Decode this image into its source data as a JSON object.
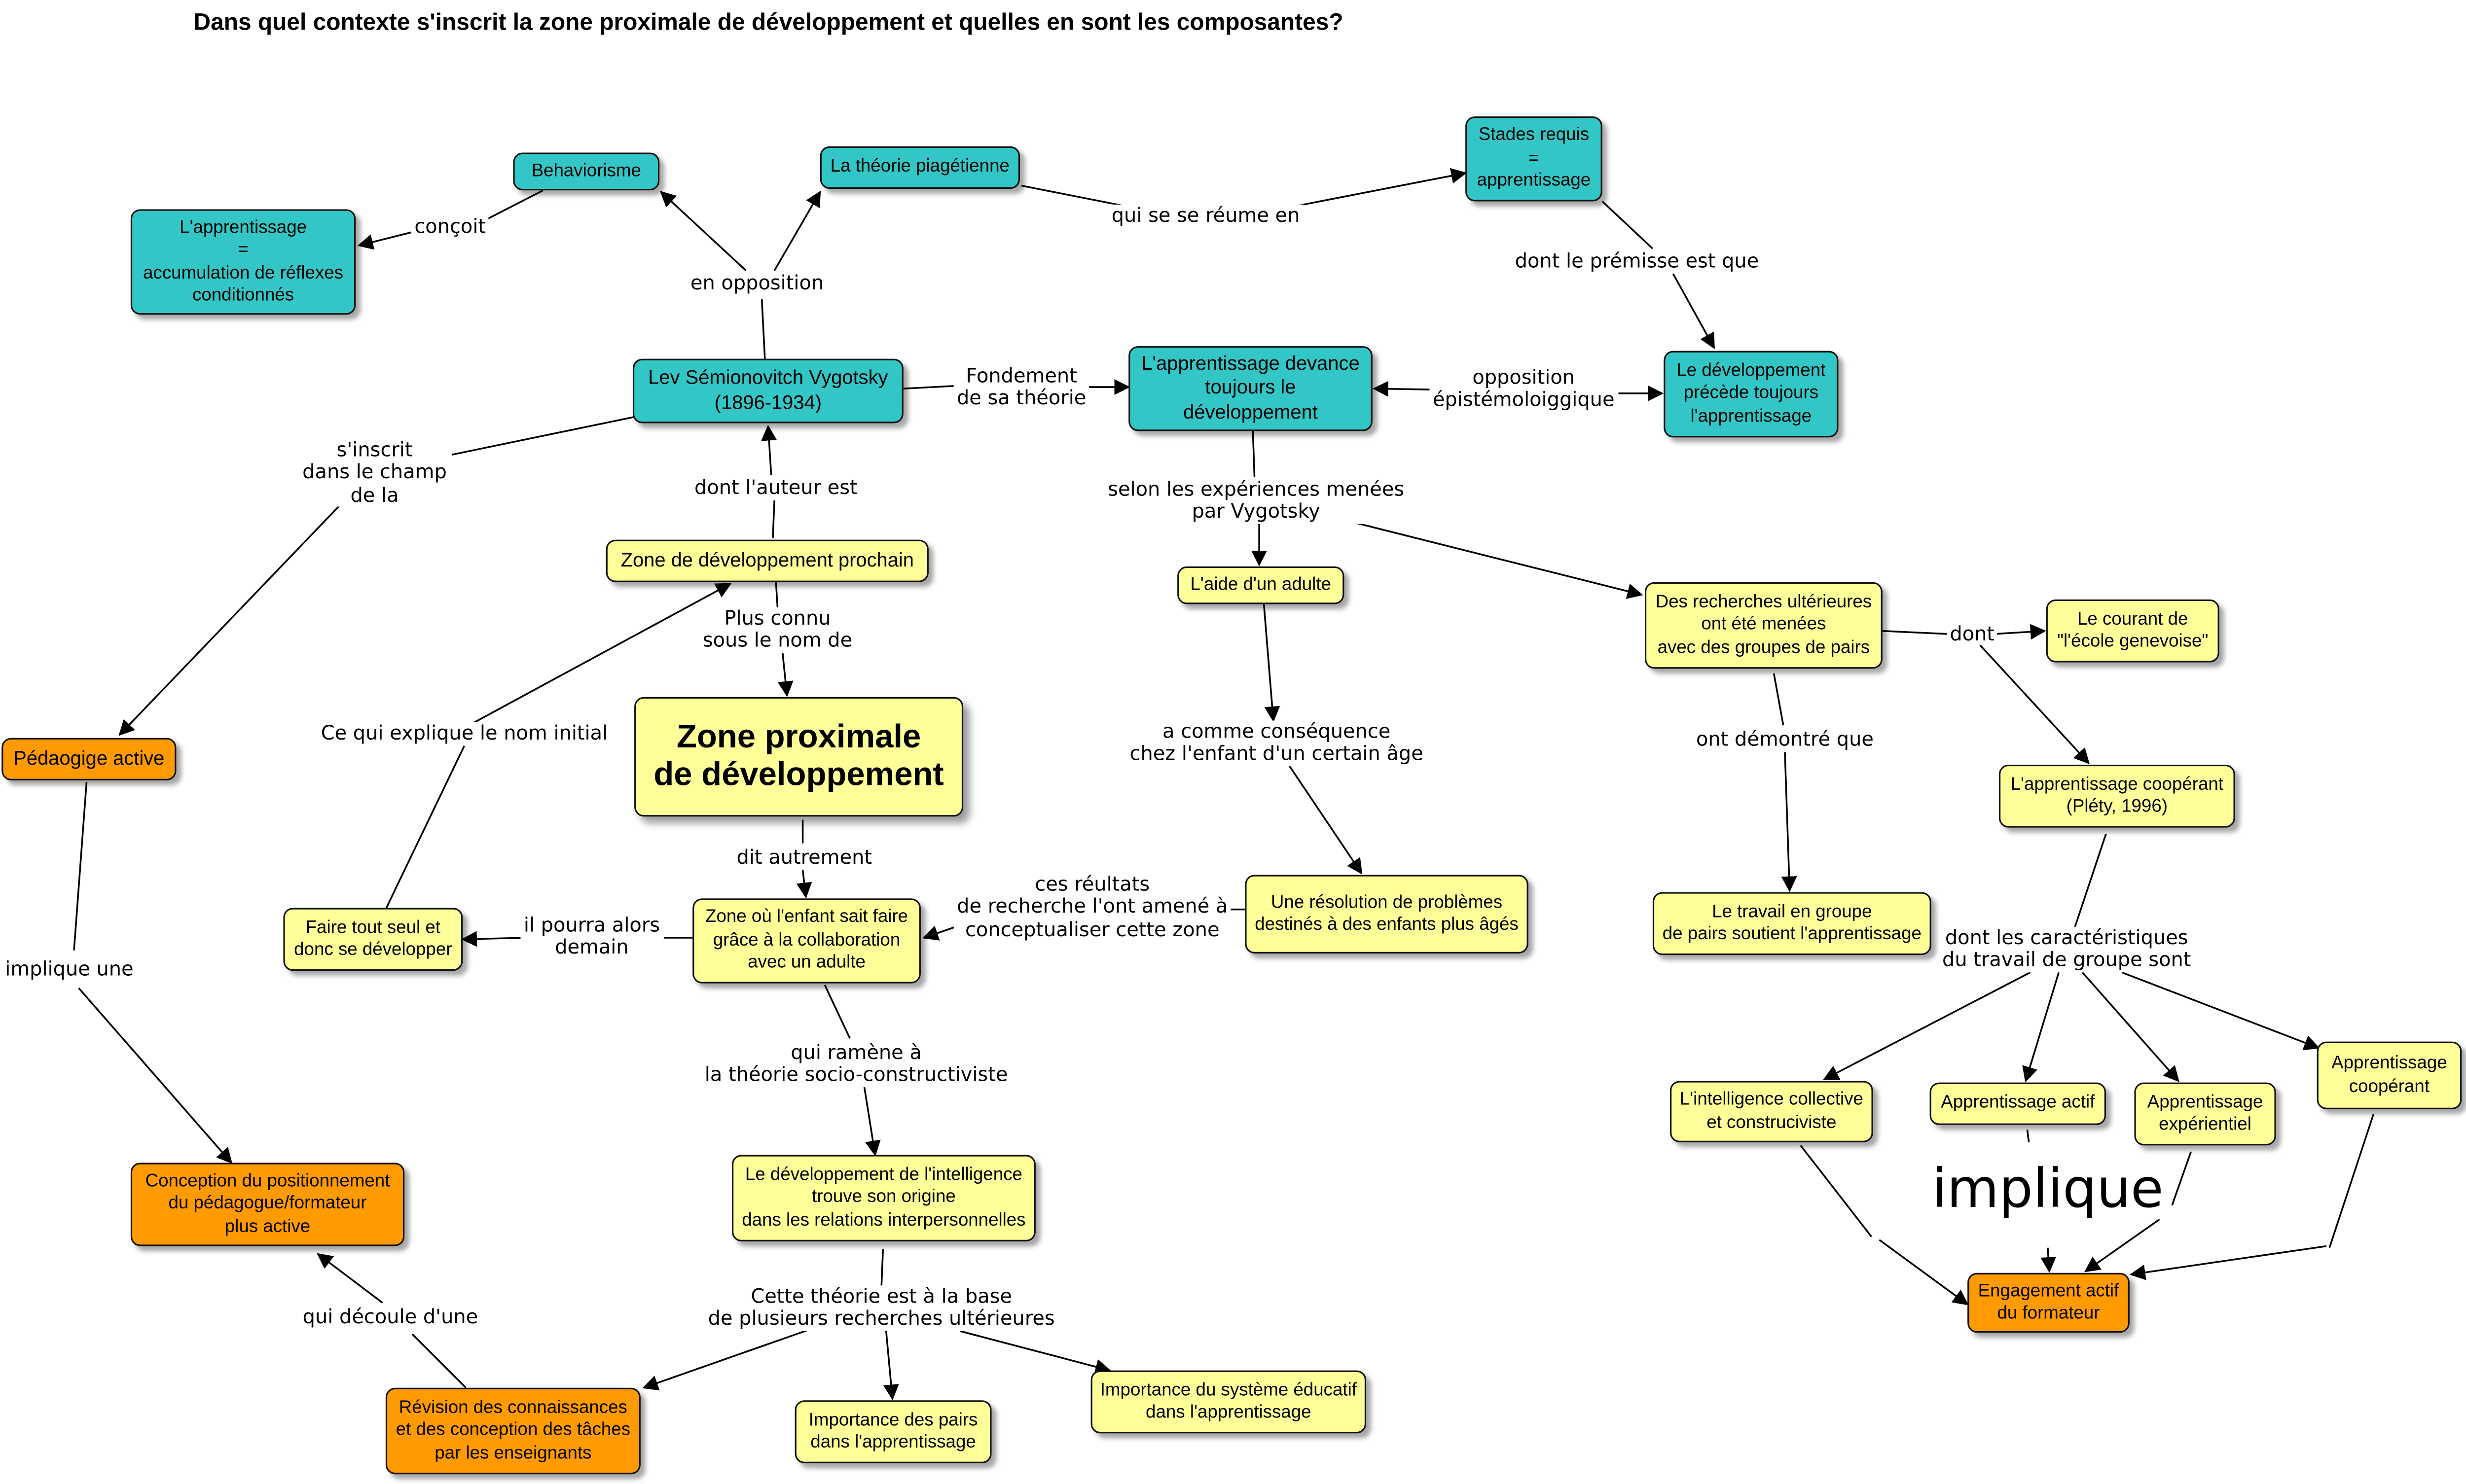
{
  "title": "Dans quel contexte s'inscrit la zone proximale de développement et quelles en sont les composantes?",
  "nodes": {
    "behaviorisme": "Behaviorisme",
    "apprentissage_reflexes": "L'apprentissage\n=\naccumulation de réflexes\nconditionnés",
    "theorie_piagetienne": "La théorie piagétienne",
    "stades_requis": "Stades requis\n=\napprentissage",
    "vygotsky": "Lev Sémionovitch Vygotsky\n(1896-1934)",
    "apprentissage_devance": "L'apprentissage devance\ntoujours le\ndéveloppement",
    "developpement_precede": "Le développement\nprécède toujours\nl'apprentissage",
    "pedagogie_active": "Pédaogige active",
    "zone_prochain": "Zone de développement prochain",
    "zpd": "Zone proximale\nde développement",
    "aide_adulte": "L'aide d'un adulte",
    "recherches_ulterieures": "Des recherches ultérieures\nont été menées\navec des groupes de pairs",
    "ecole_genevoise": "Le courant de\n\"l'école genevoise\"",
    "apprentissage_cooperant_plety": "L'apprentissage coopérant\n(Pléty, 1996)",
    "faire_seul": "Faire tout seul et\ndonc se développer",
    "zone_enfant": "Zone où l'enfant sait faire\ngrâce à la collaboration\navec un adulte",
    "resolution_problemes": "Une résolution de problèmes\ndestinés à des enfants plus âgés",
    "travail_groupe": "Le travail en groupe\nde pairs soutient l'apprentissage",
    "intelligence_collective": "L'intelligence collective\net construciviste",
    "apprentissage_actif": "Apprentissage actif",
    "apprentissage_experientiel": "Apprentissage\nexpérientiel",
    "apprentissage_cooperant": "Apprentissage\ncoopérant",
    "conception_positionnement": "Conception du positionnement\ndu pédagogue/formateur\nplus active",
    "developpement_intelligence": "Le développement de l'intelligence\ntrouve son origine\ndans les relations interpersonnelles",
    "engagement_actif": "Engagement actif\ndu formateur",
    "revision_connaissances": "Révision des connaissances\net des conception des tâches\npar les enseignants",
    "importance_pairs": "Importance des pairs\ndans l'apprentissage",
    "importance_systeme": "Importance du système éducatif\ndans l'apprentissage"
  },
  "links": {
    "concoit": "conçoit",
    "en_opposition": "en opposition",
    "qui_se_resume": "qui se se réume en",
    "dont_premisse": "dont le prémisse est que",
    "fondement": "Fondement\nde sa théorie",
    "opposition_epist": "opposition\népistémoloiggique",
    "sinscrit": "s'inscrit\ndans le champ\nde la",
    "dont_auteur": "dont l'auteur est",
    "plus_connu": "Plus connu\nsous le nom de",
    "selon_experiences": "selon les expériences menées\npar Vygotsky",
    "dont": "dont",
    "ce_qui_explique": "Ce qui explique le nom initial",
    "a_comme_consequence": "a comme conséquence\nchez l'enfant d'un certain âge",
    "ont_demontre": "ont démontré que",
    "dit_autrement": "dit autrement",
    "il_pourra": "il pourra alors\ndemain",
    "ces_resultats": "ces réultats\nde recherche l'ont amené à\nconceptualiser cette zone",
    "dont_caracteristiques": "dont les caractéristiques\ndu travail de groupe sont",
    "implique_une": "implique une",
    "qui_ramene": "qui ramène à\nla théorie socio-constructiviste",
    "implique": "implique",
    "qui_decoule": "qui découle d'une",
    "cette_theorie": "Cette théorie est à la base\nde plusieurs recherches ultérieures"
  },
  "colors": {
    "teal": "#33c6c6",
    "yellow": "#ffff99",
    "orange": "#ff9a00",
    "line": "#000000"
  }
}
